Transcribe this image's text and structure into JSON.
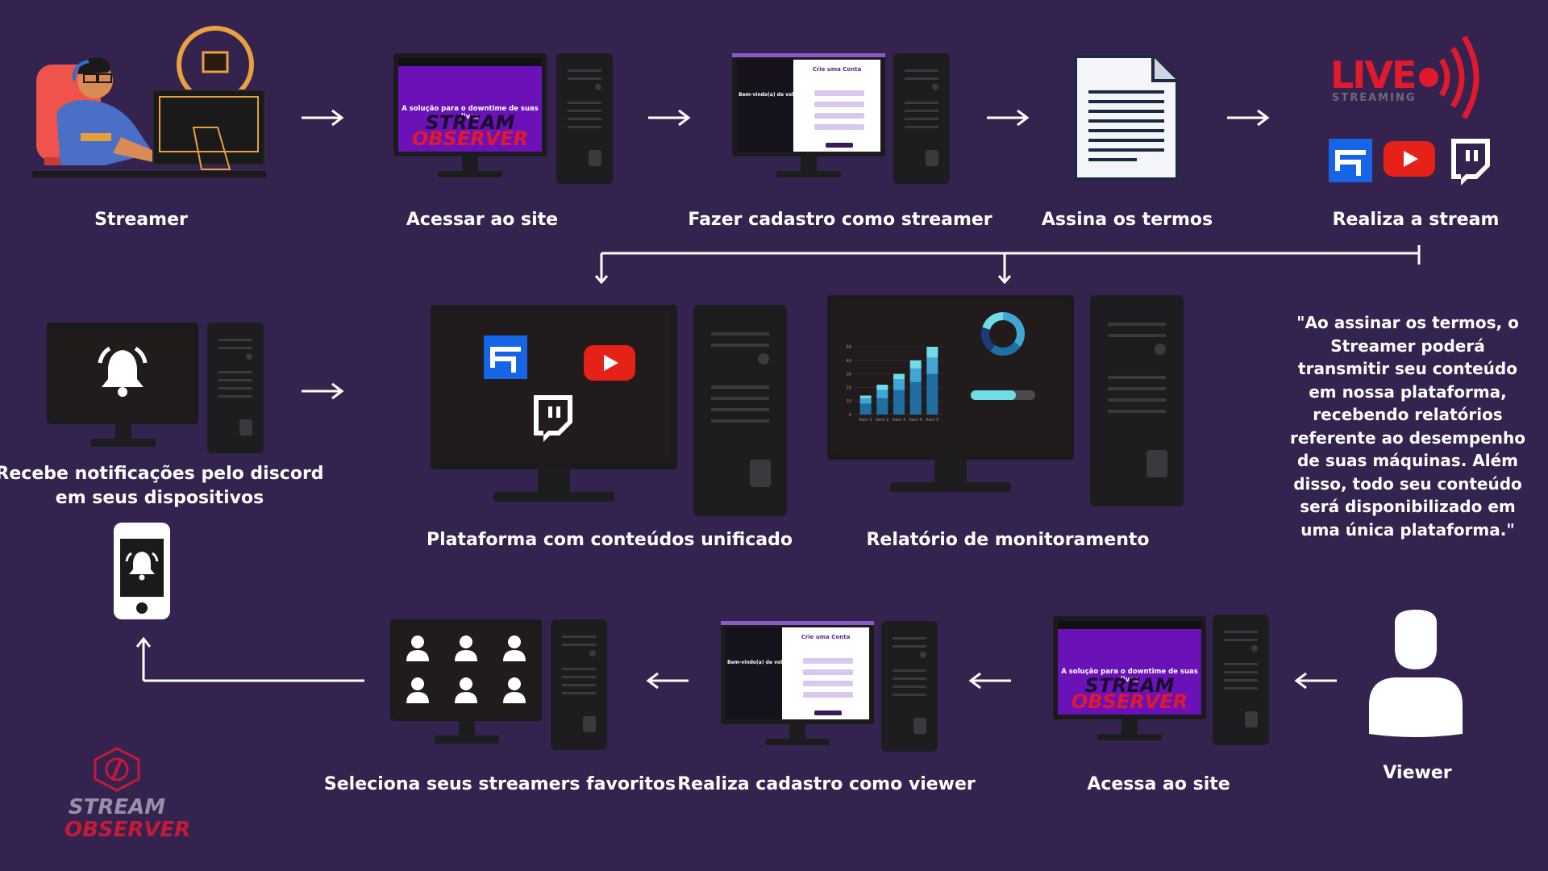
{
  "steps_top": {
    "streamer": "Streamer",
    "access_site": "Acessar ao site",
    "register_streamer": "Fazer  cadastro como streamer",
    "sign_terms": "Assina os termos",
    "do_stream": "Realiza a stream"
  },
  "steps_middle": {
    "notifications_line1": "Recebe notificações pelo discord",
    "notifications_line2": "em seus dispositivos",
    "unified_platform": "Plataforma com conteúdos unificado",
    "monitoring_report": "Relatório de monitoramento"
  },
  "steps_bottom": {
    "favorites": "Seleciona seus streamers favoritos",
    "register_viewer": "Realiza cadastro como viewer",
    "access_site": "Acessa ao site",
    "viewer": "Viewer"
  },
  "quote": "\"Ao assinar os termos, o Streamer poderá transmitir seu conteúdo em nossa plataforma, recebendo relatórios referente ao desempenho de suas máquinas. Além disso, todo seu conteúdo será disponibilizado em uma única plataforma.\"",
  "site_preview": {
    "headline": "A solução para o downtime de suas lives",
    "logo_top": "STREAM",
    "logo_bottom": "OBSERVER"
  },
  "register_preview": {
    "title": "Crie uma Conta",
    "welcome": "Bem-vindo(a) de volta!"
  },
  "live_logo": {
    "live": "LIVE",
    "streaming": "STREAMING"
  },
  "brand": {
    "line1": "STREAM",
    "line2": "OBSERVER"
  },
  "chart_data": {
    "type": "bar",
    "categories": [
      "Item 1",
      "Item 2",
      "Item 3",
      "Item 4",
      "Item 5"
    ],
    "series": [
      {
        "values": [
          8,
          12,
          18,
          24,
          30
        ]
      },
      {
        "values": [
          4,
          6,
          8,
          10,
          12
        ]
      },
      {
        "values": [
          2,
          4,
          4,
          6,
          8
        ]
      }
    ],
    "ylim": [
      0,
      50
    ],
    "yticks": [
      "0",
      "10",
      "20",
      "30",
      "40",
      "50"
    ],
    "donut_values": [
      35,
      25,
      20,
      20
    ],
    "progress": 0.7
  },
  "colors": {
    "background": "#35234f",
    "device": "#1d1d1f",
    "chart_dark": "#1f6fa5",
    "chart_mid": "#3fa6d6",
    "chart_light": "#6fdde6",
    "live_red": "#e0192c",
    "youtube_red": "#e62117",
    "twitch_white": "#ffffff",
    "facebook_blue": "#1565e6",
    "hero_purple": "#6a12b8",
    "brand_red": "#c21a37"
  },
  "icons": [
    "streamer-illustration",
    "monitor-icon",
    "tower-icon",
    "document-icon",
    "bell-icon",
    "phone-icon",
    "user-icon",
    "users-grid-icon",
    "youtube-icon",
    "twitch-icon",
    "fb-gaming-icon",
    "arrow-right-icon",
    "arrow-left-icon"
  ]
}
